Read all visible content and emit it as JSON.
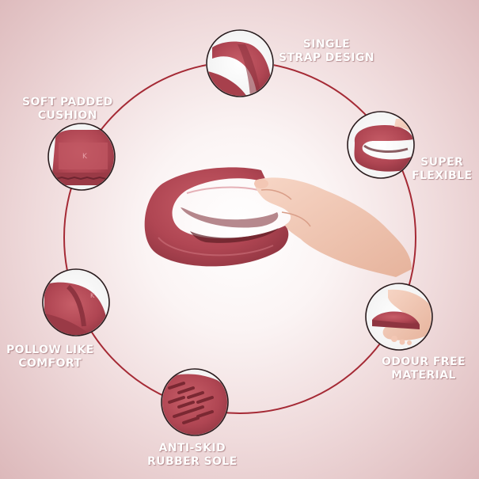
{
  "features": {
    "single_strap": {
      "line1": "SINGLE",
      "line2": "STRAP DESIGN"
    },
    "soft_padded": {
      "line1": "SOFT PADDED",
      "line2": "CUSHION"
    },
    "super_flexible": {
      "line1": "SUPER",
      "line2": "FLEXIBLE"
    },
    "pollow_like": {
      "line1": "POLLOW LIKE",
      "line2": "COMFORT"
    },
    "odour_free": {
      "line1": "ODOUR FREE",
      "line2": "MATERIAL"
    },
    "anti_skid": {
      "line1": "ANTI-SKID",
      "line2": "RUBBER SOLE"
    }
  },
  "colors": {
    "product": "#b34a55",
    "ring": "#a52a35",
    "label_text": "#ffffff"
  }
}
